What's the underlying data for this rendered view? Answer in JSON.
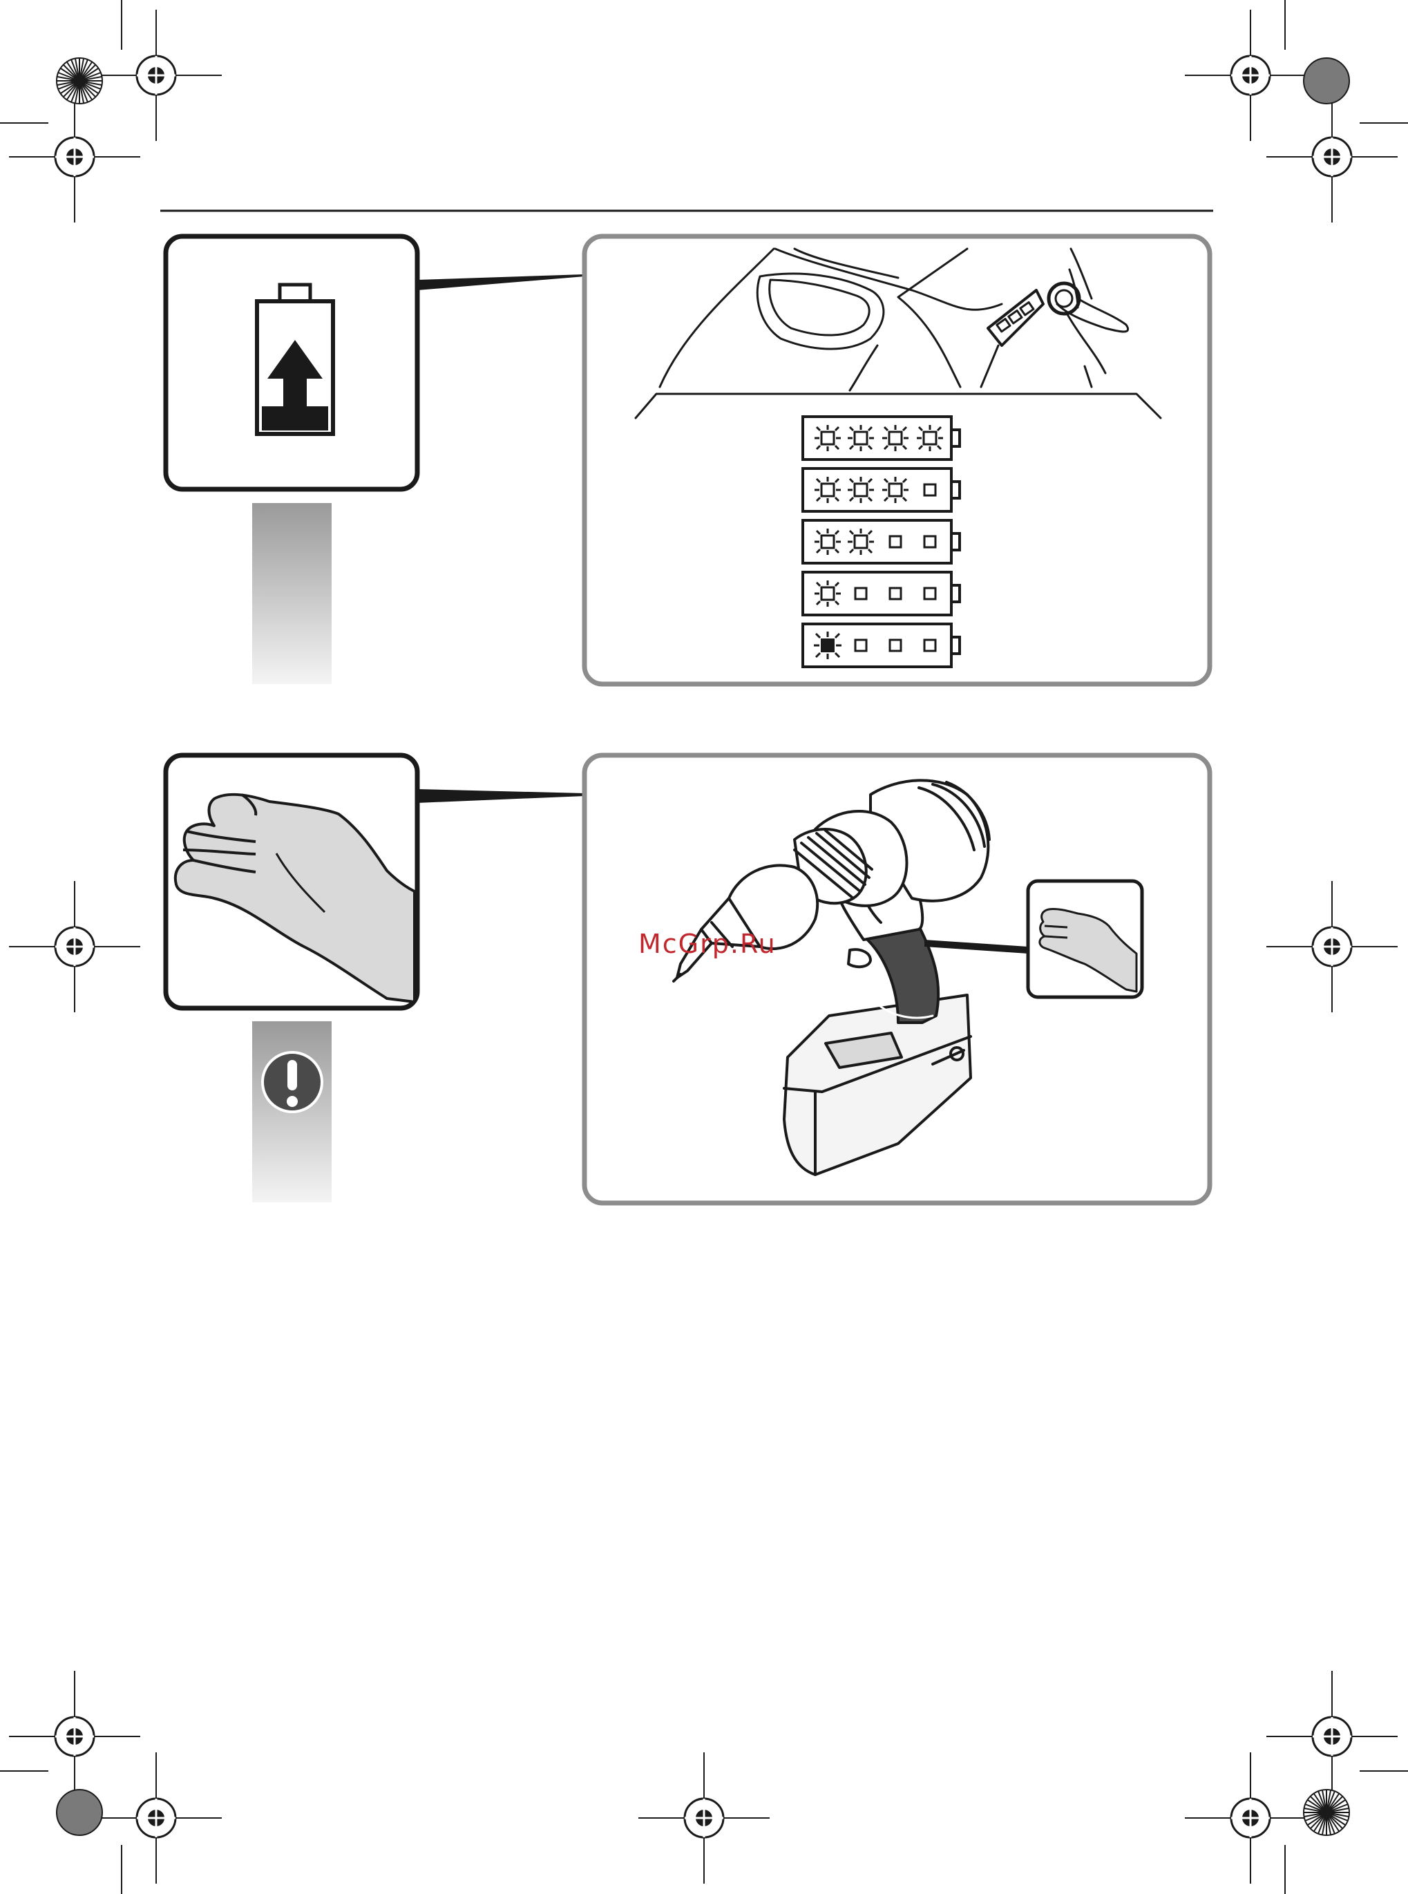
{
  "watermark": {
    "text": "McGrp.Ru",
    "color": "#c0282d"
  },
  "colors": {
    "line": "#1a1a1a",
    "frame_gray": "#8c8c8c",
    "gradient_top": "#9a9a9a"
  },
  "icons": {
    "battery_charge": "battery-charge-icon",
    "warning": "exclamation-icon",
    "hand": "hand-icon",
    "drill": "cordless-drill-icon"
  },
  "charge_indicator_rows": [
    {
      "lit_leds": 4
    },
    {
      "lit_leds": 3
    },
    {
      "lit_leds": 2
    },
    {
      "lit_leds": 1
    },
    {
      "lit_leds": 1,
      "blinking": true
    }
  ]
}
